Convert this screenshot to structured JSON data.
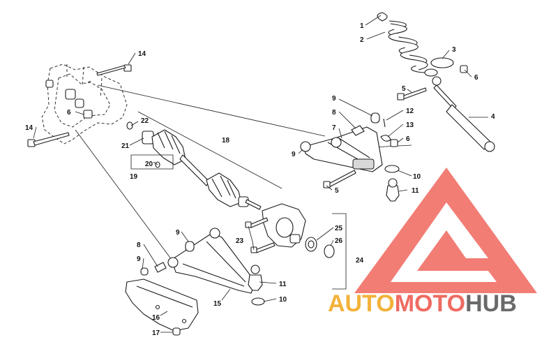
{
  "callouts": [
    {
      "id": "c1",
      "text": "1"
    },
    {
      "id": "c2",
      "text": "2"
    },
    {
      "id": "c3",
      "text": "3"
    },
    {
      "id": "c4",
      "text": "4"
    },
    {
      "id": "c5a",
      "text": "5"
    },
    {
      "id": "c5b",
      "text": "5"
    },
    {
      "id": "c6a",
      "text": "6"
    },
    {
      "id": "c6b",
      "text": "6"
    },
    {
      "id": "c6c",
      "text": "6"
    },
    {
      "id": "c7",
      "text": "7"
    },
    {
      "id": "c8a",
      "text": "8"
    },
    {
      "id": "c8b",
      "text": "8"
    },
    {
      "id": "c9a",
      "text": "9"
    },
    {
      "id": "c9b",
      "text": "9"
    },
    {
      "id": "c9c",
      "text": "9"
    },
    {
      "id": "c9d",
      "text": "9"
    },
    {
      "id": "c10a",
      "text": "10"
    },
    {
      "id": "c10b",
      "text": "10"
    },
    {
      "id": "c11a",
      "text": "11"
    },
    {
      "id": "c11b",
      "text": "11"
    },
    {
      "id": "c12",
      "text": "12"
    },
    {
      "id": "c13",
      "text": "13"
    },
    {
      "id": "c14a",
      "text": "14"
    },
    {
      "id": "c14b",
      "text": "14"
    },
    {
      "id": "c15",
      "text": "15"
    },
    {
      "id": "c16",
      "text": "16"
    },
    {
      "id": "c17",
      "text": "17"
    },
    {
      "id": "c18",
      "text": "18"
    },
    {
      "id": "c19",
      "text": "19"
    },
    {
      "id": "c20",
      "text": "20"
    },
    {
      "id": "c21",
      "text": "21"
    },
    {
      "id": "c22",
      "text": "22"
    },
    {
      "id": "c23",
      "text": "23"
    },
    {
      "id": "c24",
      "text": "24"
    },
    {
      "id": "c25",
      "text": "25"
    },
    {
      "id": "c26",
      "text": "26"
    }
  ],
  "watermark": {
    "text_auto": "AUTO",
    "text_moto": "MOTO",
    "text_hub": "HUB",
    "colors": {
      "triangle": "#ef6b62",
      "auto": "#f2b23a",
      "moto": "#ef6b62",
      "hub": "#6a6a6a"
    }
  }
}
